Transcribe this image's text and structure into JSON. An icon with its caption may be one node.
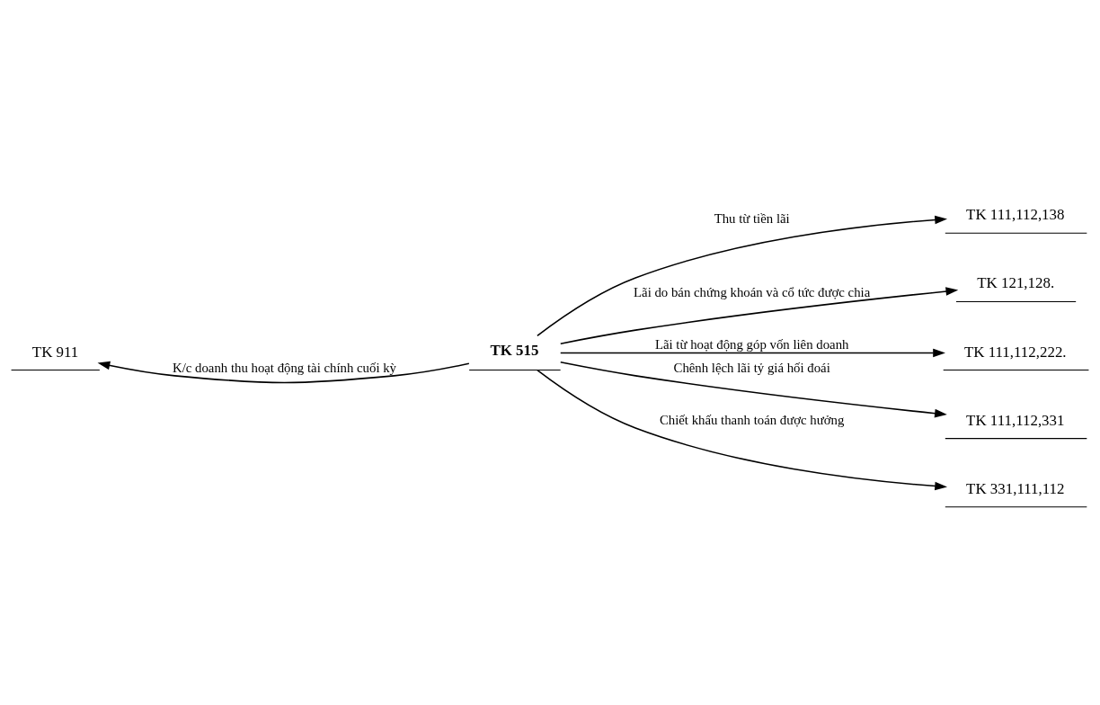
{
  "diagram": {
    "nodes": [
      {
        "text": [
          "TK 911"
        ]
      },
      {
        "text": [
          "TK 515"
        ]
      },
      {
        "text": [
          "TK 111,112,138"
        ]
      },
      {
        "text": [
          "TK 121,128."
        ]
      },
      {
        "text": [
          "TK 111,112,222."
        ]
      },
      {
        "text": [
          "TK 111,112,331"
        ]
      },
      {
        "text": [
          "TK 331,111,112"
        ]
      }
    ],
    "edges": [
      {
        "from": 1,
        "to": 0,
        "arrow": "to",
        "label": "K/c doanh thu hoạt động tài chính cuối kỳ"
      },
      {
        "from": 1,
        "to": 2,
        "arrow": "to",
        "label": "Thu từ tiền lãi"
      },
      {
        "from": 1,
        "to": 3,
        "arrow": "to",
        "label": "Lãi do bán chứng khoán và cổ tức được chia"
      },
      {
        "from": 1,
        "to": 4,
        "arrow": "to",
        "label": "Lãi từ hoạt động góp vốn liên doanh"
      },
      {
        "from": 1,
        "to": 5,
        "arrow": "to",
        "label": "Chênh lệch lãi tỷ giá hối đoái"
      },
      {
        "from": 1,
        "to": 6,
        "arrow": "to",
        "label": "Chiết khấu thanh toán được hưởng"
      }
    ]
  }
}
